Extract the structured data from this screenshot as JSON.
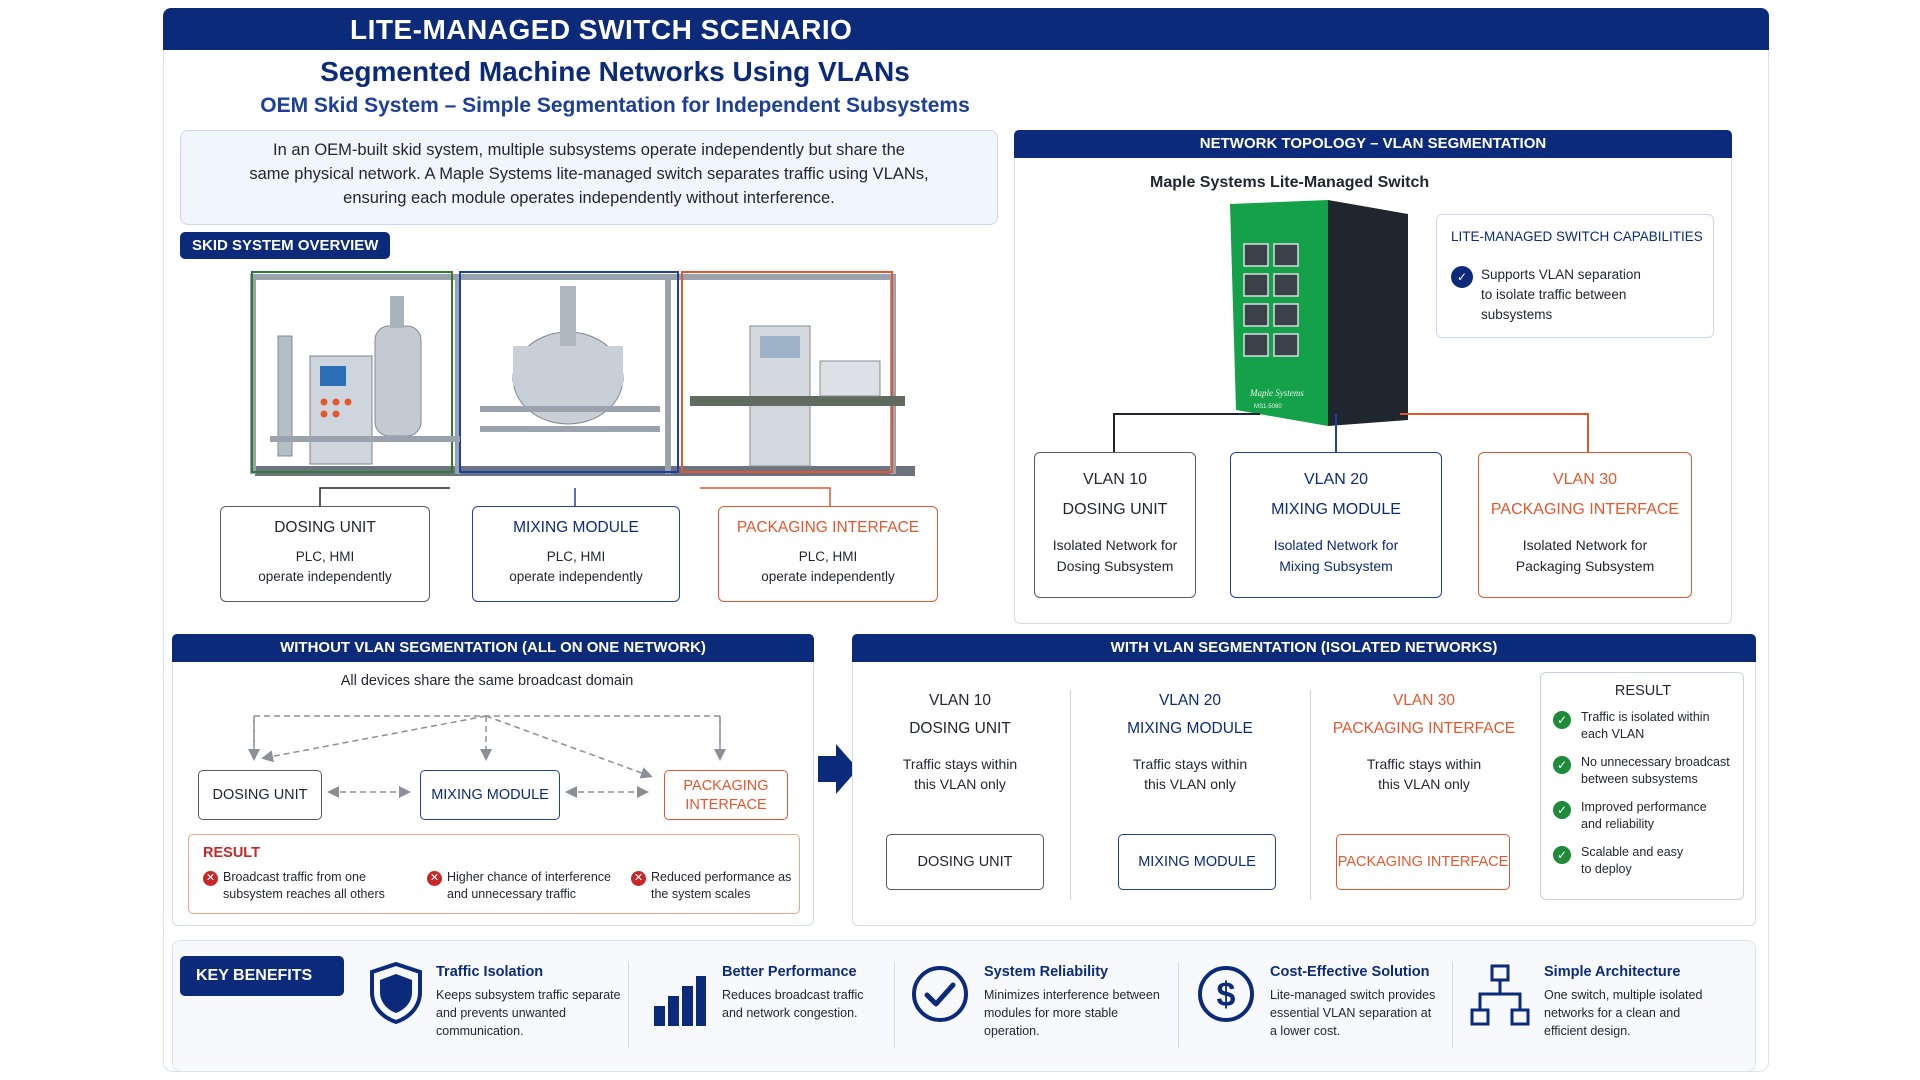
{
  "header": {
    "banner_title": "LITE-MANAGED SWITCH SCENARIO",
    "title": "Segmented Machine Networks Using VLANs",
    "subtitle": "OEM Skid System – Simple Segmentation for Independent Subsystems"
  },
  "intro": {
    "line1": "In an OEM-built skid system, multiple subsystems operate independently but share the",
    "line2": "same physical network. A Maple Systems lite-managed switch separates traffic using VLANs,",
    "line3": "ensuring each module operates independently without interference."
  },
  "skid": {
    "label": "SKID SYSTEM OVERVIEW",
    "units": [
      {
        "name": "DOSING UNIT",
        "line1": "PLC, HMI",
        "line2": "operate independently",
        "color": "#1f2430"
      },
      {
        "name": "MIXING MODULE",
        "line1": "PLC, HMI",
        "line2": "operate independently",
        "color": "#0b2a7a"
      },
      {
        "name": "PACKAGING INTERFACE",
        "line1": "PLC, HMI",
        "line2": "operate independently",
        "color": "#e4572e"
      }
    ]
  },
  "topology": {
    "header": "NETWORK TOPOLOGY – VLAN SEGMENTATION",
    "switch_label": "Maple Systems Lite-Managed Switch",
    "switch_brand": "Maple Systems",
    "switch_model": "MS1-5080",
    "capabilities_title": "LITE-MANAGED SWITCH CAPABILITIES",
    "capability": {
      "line1": "Supports VLAN separation",
      "line2": "to isolate traffic between",
      "line3": "subsystems"
    },
    "vlans": [
      {
        "id": "VLAN 10",
        "name": "DOSING UNIT",
        "line1": "Isolated Network for",
        "line2": "Dosing Subsystem"
      },
      {
        "id": "VLAN 20",
        "name": "MIXING MODULE",
        "line1": "Isolated Network for",
        "line2": "Mixing Subsystem"
      },
      {
        "id": "VLAN 30",
        "name": "PACKAGING INTERFACE",
        "line1": "Isolated Network for",
        "line2": "Packaging Subsystem"
      }
    ]
  },
  "without": {
    "header": "WITHOUT VLAN SEGMENTATION (ALL ON ONE NETWORK)",
    "caption": "All devices share the same broadcast domain",
    "dosing": "DOSING UNIT",
    "mixing": "MIXING MODULE",
    "packaging_line1": "PACKAGING",
    "packaging_line2": "INTERFACE",
    "result_title": "RESULT",
    "results": [
      {
        "line1": "Broadcast traffic from one",
        "line2": "subsystem reaches all others"
      },
      {
        "line1": "Higher chance of interference",
        "line2": "and unnecessary traffic"
      },
      {
        "line1": "Reduced performance as",
        "line2": "the system scales"
      }
    ]
  },
  "with": {
    "header": "WITH VLAN SEGMENTATION (ISOLATED NETWORKS)",
    "columns": [
      {
        "id": "VLAN 10",
        "name": "DOSING UNIT",
        "line1": "Traffic stays within",
        "line2": "this VLAN only",
        "device": "DOSING UNIT"
      },
      {
        "id": "VLAN 20",
        "name": "MIXING MODULE",
        "line1": "Traffic stays within",
        "line2": "this VLAN only",
        "device": "MIXING MODULE"
      },
      {
        "id": "VLAN 30",
        "name": "PACKAGING INTERFACE",
        "line1": "Traffic stays within",
        "line2": "this VLAN only",
        "device": "PACKAGING INTERFACE"
      }
    ],
    "result_title": "RESULT",
    "results": [
      {
        "line1": "Traffic is isolated within",
        "line2": "each VLAN"
      },
      {
        "line1": "No unnecessary broadcast",
        "line2": "between subsystems"
      },
      {
        "line1": "Improved performance",
        "line2": "and reliability"
      },
      {
        "line1": "Scalable and easy",
        "line2": "to deploy"
      }
    ]
  },
  "benefits": {
    "label": "KEY BENEFITS",
    "items": [
      {
        "title": "Traffic Isolation",
        "line1": "Keeps subsystem traffic separate",
        "line2": "and prevents unwanted",
        "line3": "communication.",
        "icon": "shield-icon"
      },
      {
        "title": "Better Performance",
        "line1": "Reduces broadcast traffic",
        "line2": "and network congestion.",
        "line3": "",
        "icon": "bar-chart-icon"
      },
      {
        "title": "System Reliability",
        "line1": "Minimizes interference between",
        "line2": "modules for more stable",
        "line3": "operation.",
        "icon": "checkmark-circle-icon"
      },
      {
        "title": "Cost-Effective Solution",
        "line1": "Lite-managed switch provides",
        "line2": "essential VLAN separation at",
        "line3": "a lower cost.",
        "icon": "dollar-circle-icon"
      },
      {
        "title": "Simple Architecture",
        "line1": "One switch, multiple isolated",
        "line2": "networks for a clean and",
        "line3": "efficient design.",
        "icon": "hierarchy-icon"
      }
    ]
  },
  "colors": {
    "navy": "#0b2a7a",
    "orange": "#e4572e",
    "green": "#1e8a3a",
    "dark": "#1f2430"
  }
}
